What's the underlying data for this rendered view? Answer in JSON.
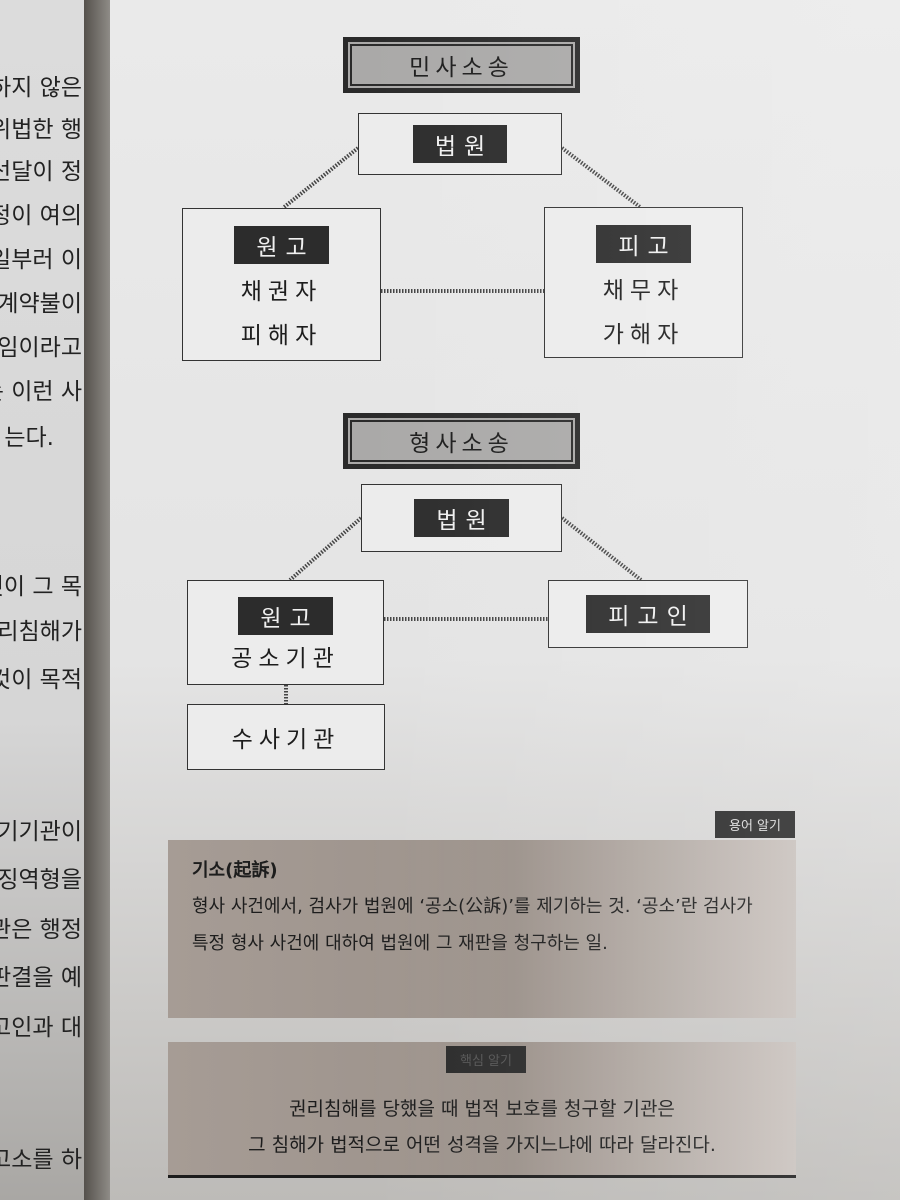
{
  "left_page": {
    "lines": [
      "하지 않은",
      "위법한 행",
      "선달이 정",
      "정이 여의",
      "일부러 이",
      "계약불이",
      "서임이라고",
      "는 이런 사",
      "는다.",
      "것이 그 목",
      "권리침해가",
      "것이 목적",
      "제기기관이",
      "징역형을",
      "기관은 행정",
      "판결을 예",
      "피고인과 대",
      "고소를 하"
    ]
  },
  "civil": {
    "title": "민사소송",
    "court": "법원",
    "plaintiff": {
      "label": "원고",
      "lines": [
        "채권자",
        "피해자"
      ]
    },
    "defendant": {
      "label": "피고",
      "lines": [
        "채무자",
        "가해자"
      ]
    }
  },
  "criminal": {
    "title": "형사소송",
    "court": "법원",
    "plaintiff": {
      "label": "원고",
      "lines": [
        "공소기관"
      ]
    },
    "defendant": {
      "label": "피고인"
    },
    "investigator": "수사기관"
  },
  "term_box": {
    "tag": "용어 알기",
    "term": "기소(起訴)",
    "definition": "형사 사건에서, 검사가 법원에 ‘공소(公訴)’를 제기하는 것. ‘공소’란 검사가 특정 형사 사건에 대하여 법원에 그 재판을 청구하는 일."
  },
  "key_box": {
    "tag": "핵심 알기",
    "lines": [
      "권리침해를 당했을 때 법적 보호를 청구할 기관은",
      "그 침해가 법적으로 어떤 성격을 가지느냐에 따라 달라진다."
    ]
  }
}
